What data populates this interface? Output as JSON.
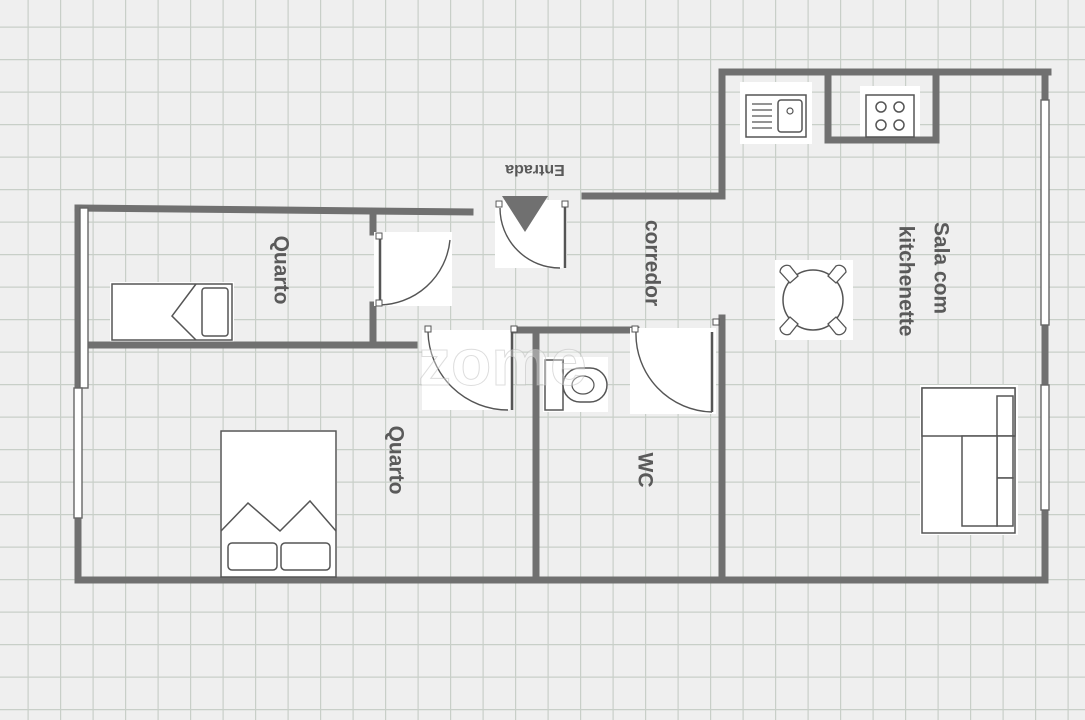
{
  "plan": {
    "rooms": {
      "entrance": "Entrada",
      "bedroom_top": "Quarto",
      "bedroom_bottom": "Quarto",
      "hallway": "corredor",
      "bathroom": "WC",
      "living_line1": "Sala com",
      "living_line2": "kitchenette"
    },
    "watermark": "zome",
    "colors": {
      "background": "#efefef",
      "grid": "#c8cfc8",
      "wall": "#707070",
      "label": "#5a5a5a"
    }
  }
}
